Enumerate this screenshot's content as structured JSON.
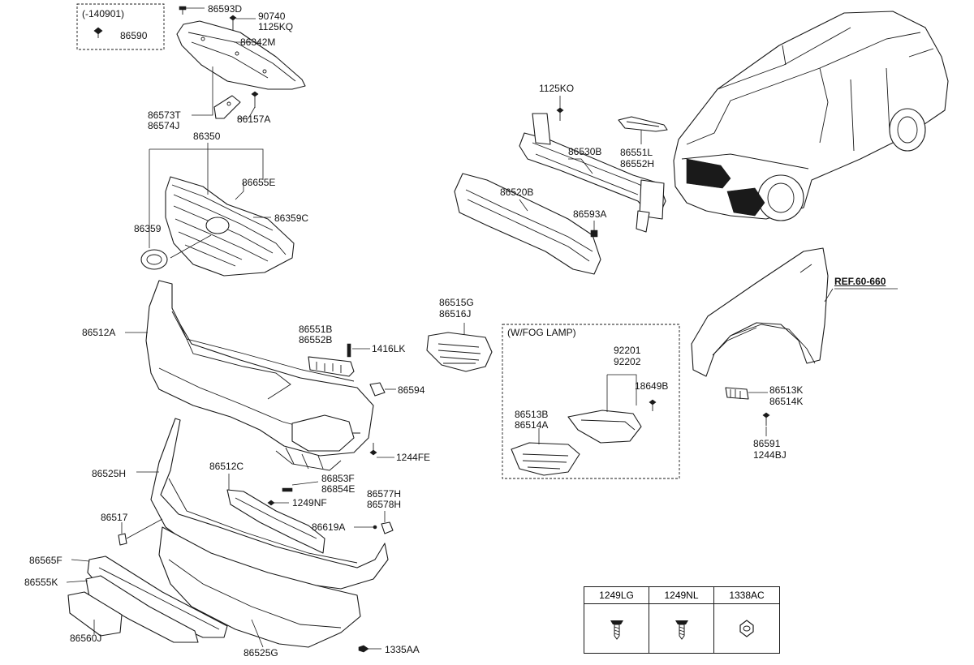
{
  "labels": {
    "l_140901": "(-140901)",
    "l_86590": "86590",
    "l_86593D": "86593D",
    "l_90740": "90740",
    "l_1125KQ": "1125KQ",
    "l_86342M": "86342M",
    "l_86573T": "86573T",
    "l_86574J": "86574J",
    "l_86157A": "86157A",
    "l_86350": "86350",
    "l_86655E": "86655E",
    "l_86359": "86359",
    "l_86359C": "86359C",
    "l_1125KO": "1125KO",
    "l_86530B": "86530B",
    "l_86551L": "86551L",
    "l_86552H": "86552H",
    "l_86520B": "86520B",
    "l_86593A": "86593A",
    "l_ref": "REF.60-660",
    "l_86512A": "86512A",
    "l_86551B": "86551B",
    "l_86552B": "86552B",
    "l_1416LK": "1416LK",
    "l_86515G": "86515G",
    "l_86516J": "86516J",
    "l_86594": "86594",
    "l_fog": "(W/FOG LAMP)",
    "l_92201": "92201",
    "l_92202": "92202",
    "l_18649B": "18649B",
    "l_86513B": "86513B",
    "l_86514A": "86514A",
    "l_86513K": "86513K",
    "l_86514K": "86514K",
    "l_86591": "86591",
    "l_1244BJ": "1244BJ",
    "l_1244FE": "1244FE",
    "l_86525H": "86525H",
    "l_86512C": "86512C",
    "l_86853F": "86853F",
    "l_86854E": "86854E",
    "l_1249NF": "1249NF",
    "l_86577H": "86577H",
    "l_86578H": "86578H",
    "l_86517": "86517",
    "l_86619A": "86619A",
    "l_86565F": "86565F",
    "l_86555K": "86555K",
    "l_86560J": "86560J",
    "l_86525G": "86525G",
    "l_1335AA": "1335AA"
  },
  "fastener_table": {
    "columns": [
      {
        "code": "1249LG",
        "icon": "screw-icon"
      },
      {
        "code": "1249NL",
        "icon": "screw-icon"
      },
      {
        "code": "1338AC",
        "icon": "nut-icon"
      }
    ]
  }
}
